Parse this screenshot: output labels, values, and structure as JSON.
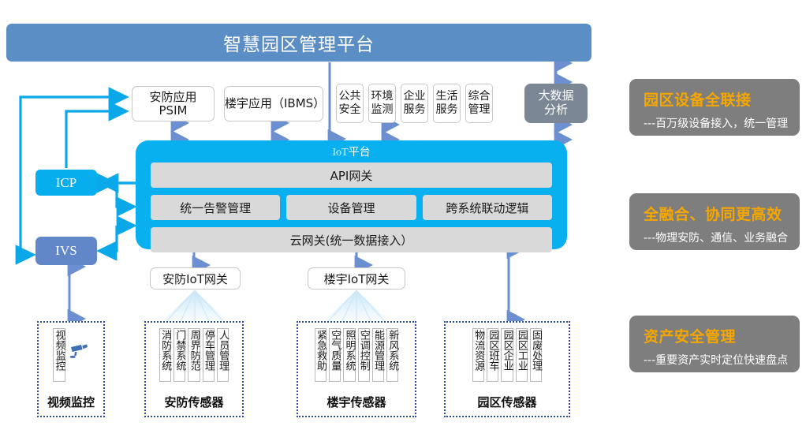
{
  "top": {
    "platform_title": "智慧园区管理平台"
  },
  "apps": {
    "psim_label": "安防应用\nPSIM",
    "psim_line1": "安防应用",
    "psim_line2": "PSIM",
    "ibms_label": "楼宇应用（IBMS）",
    "mini": [
      {
        "line1": "公共",
        "line2": "安全"
      },
      {
        "line1": "环境",
        "line2": "监测"
      },
      {
        "line1": "企业",
        "line2": "服务"
      },
      {
        "line1": "生活",
        "line2": "服务"
      },
      {
        "line1": "综合",
        "line2": "管理"
      }
    ],
    "bigdata_line1": "大数据",
    "bigdata_line2": "分析"
  },
  "left_nodes": {
    "icp_label": "ICP",
    "ivs_label": "IVS"
  },
  "iot": {
    "title": "IoT平台",
    "api_gateway": "API网关",
    "middle": [
      "统一告警管理",
      "设备管理",
      "跨系统联动逻辑"
    ],
    "cloud_gateway": "云网关(统一数据接入）"
  },
  "gateways": {
    "security": "安防IoT网关",
    "building": "楼宇IoT网关"
  },
  "sensor_groups": [
    {
      "id": "video",
      "caption": "视频监控",
      "items": [
        "视频监控"
      ],
      "icon": "camera-icon"
    },
    {
      "id": "security",
      "caption": "安防传感器",
      "items": [
        "人员管理",
        "停车管理",
        "周界防范",
        "门禁系统",
        "消防系统"
      ]
    },
    {
      "id": "building",
      "caption": "楼宇传感器",
      "items": [
        "新风系统",
        "能源管理",
        "空调控制",
        "照明系统",
        "空气质量",
        "紧急救助"
      ]
    },
    {
      "id": "park",
      "caption": "园区传感器",
      "items": [
        "固废处理",
        "园区工业",
        "园区企业",
        "园区班车",
        "物流资源"
      ]
    }
  ],
  "highlights": [
    {
      "title": "园区设备全联接",
      "subtitle": "---百万级设备接入，统一管理"
    },
    {
      "title": "全融合、协同更高效",
      "subtitle": "---物理安防、通信、业务融合"
    },
    {
      "title": "资产安全管理",
      "subtitle": "---重要资产实时定位快速盘点"
    }
  ],
  "colors": {
    "top_banner": "#5b8ec4",
    "iot_platform": "#08b0ef",
    "icp": "#06aeee",
    "ivs": "#6287c8",
    "bigdata": "#7b8794",
    "highlight_panel": "#7e7e7e",
    "highlight_title": "#f5a700",
    "arrow_blue": "#6b8fd0",
    "connector_cyan": "#0aa8e8",
    "sensor_border": "#2b4a9b"
  }
}
